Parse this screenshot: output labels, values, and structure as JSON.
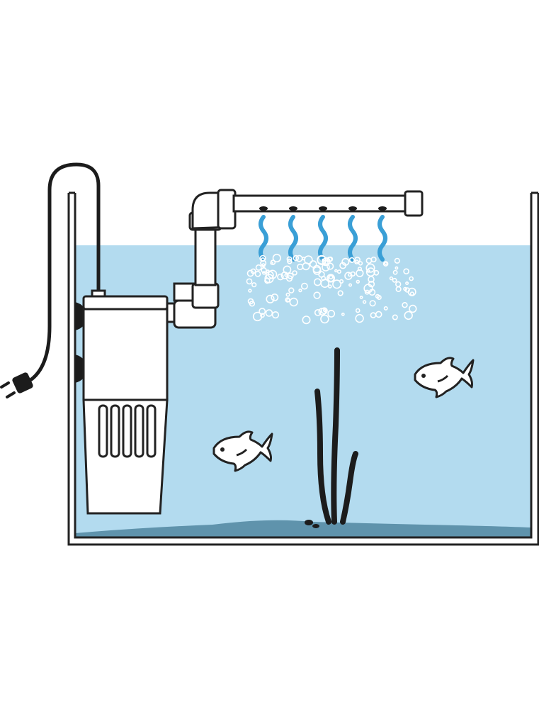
{
  "illustration": {
    "subject": "aquarium-internal-filter-with-spray-bar",
    "colors": {
      "background": "#ffffff",
      "water": "#b3dbef",
      "substrate": "#5f93ac",
      "outline": "#222222",
      "equipment_fill": "#ffffff",
      "bubble_stroke": "#ffffff",
      "water_stream": "#3a9fd6",
      "plant": "#1c1c1c"
    },
    "icons": {
      "filter": "filter-icon",
      "power_plug": "power-plug-icon",
      "fish": "fish-icon",
      "plant": "plant-icon",
      "spray_bar": "spray-bar-icon",
      "bubbles": "bubbles-icon"
    },
    "fish_count": 2,
    "water_stream_count": 5
  }
}
